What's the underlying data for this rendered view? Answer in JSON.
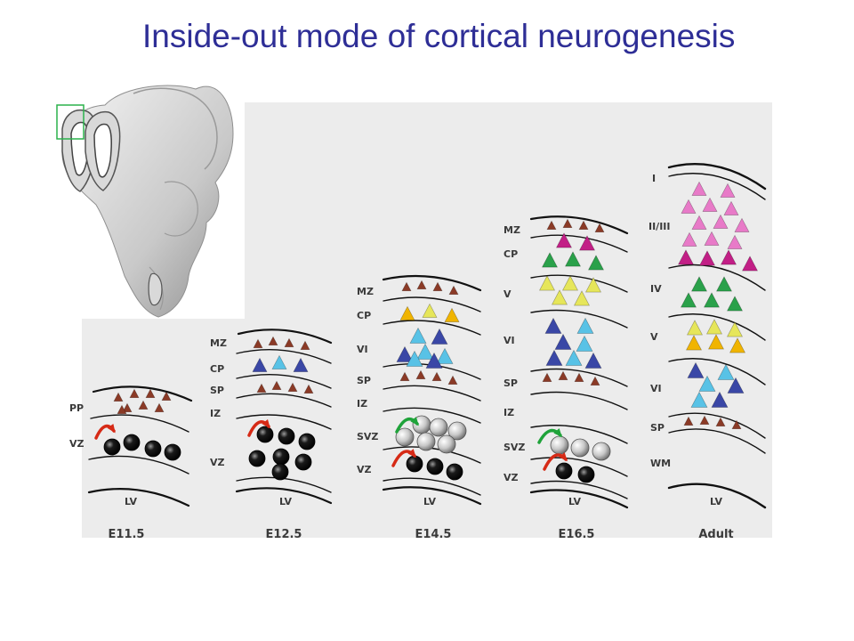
{
  "title": "Inside-out mode of cortical neurogenesis",
  "colors": {
    "title": "#2e2e96",
    "panel_bg": "#ececec",
    "brown": "#8b3a26",
    "blue_dark": "#3a47a6",
    "blue_light": "#58c2e6",
    "yellow_orange": "#f0b400",
    "yellow_light": "#e6e65a",
    "green": "#2aa14a",
    "pink": "#e87ac8",
    "magenta": "#c21f86",
    "arrow_red": "#d62a16",
    "arrow_green": "#1fa33a",
    "inset_box": "#2bb24c"
  },
  "stages": [
    {
      "id": "e11",
      "name": "E11.5",
      "layers": [
        "PP",
        "VZ"
      ],
      "lv": "LV"
    },
    {
      "id": "e12",
      "name": "E12.5",
      "layers": [
        "MZ",
        "CP",
        "SP",
        "IZ",
        "VZ"
      ],
      "lv": "LV"
    },
    {
      "id": "e14",
      "name": "E14.5",
      "layers": [
        "MZ",
        "CP",
        "VI",
        "SP",
        "IZ",
        "SVZ",
        "VZ"
      ],
      "lv": "LV"
    },
    {
      "id": "e16",
      "name": "E16.5",
      "layers": [
        "MZ",
        "CP",
        "V",
        "VI",
        "SP",
        "IZ",
        "SVZ",
        "VZ"
      ],
      "lv": "LV"
    },
    {
      "id": "adult",
      "name": "Adult",
      "layers": [
        "I",
        "II/III",
        "IV",
        "V",
        "VI",
        "SP",
        "WM"
      ],
      "lv": "LV"
    }
  ]
}
